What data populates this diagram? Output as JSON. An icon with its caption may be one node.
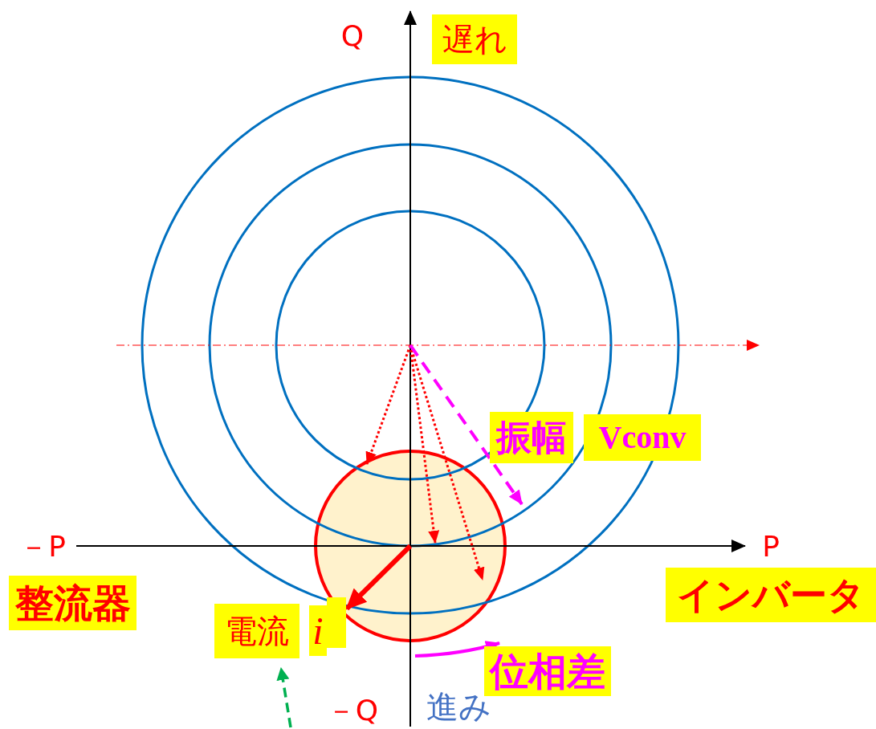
{
  "diagram": {
    "labels": [
      "Q",
      "遅れ",
      "振幅",
      "Vconv",
      "－P",
      "P",
      "整流器",
      "インバータ",
      "電流",
      "i",
      "位相差",
      "－Q",
      "進み"
    ]
  }
}
